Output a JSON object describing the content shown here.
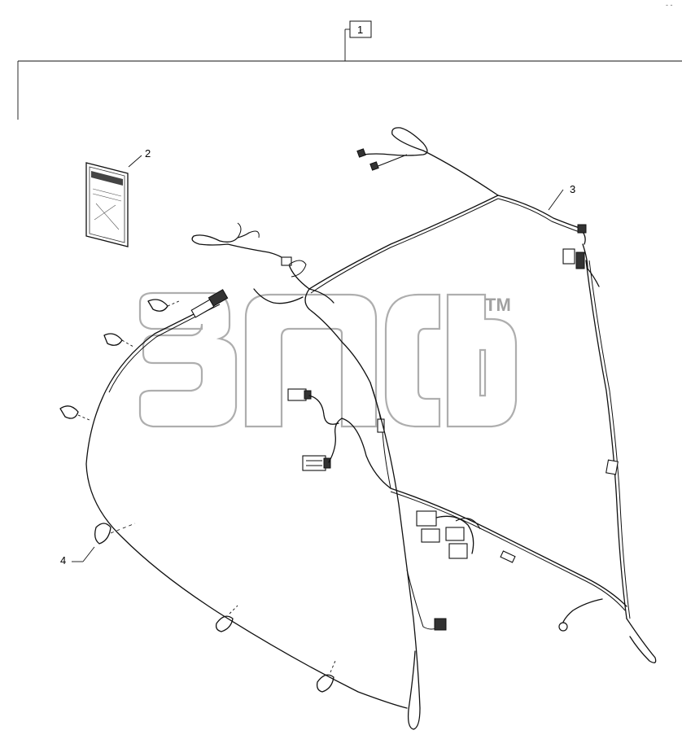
{
  "diagram": {
    "callouts": {
      "assembly": "1",
      "manual": "2",
      "harness": "3",
      "clip": "4"
    },
    "watermark_tm": "TM",
    "corner_mark": "- -"
  }
}
